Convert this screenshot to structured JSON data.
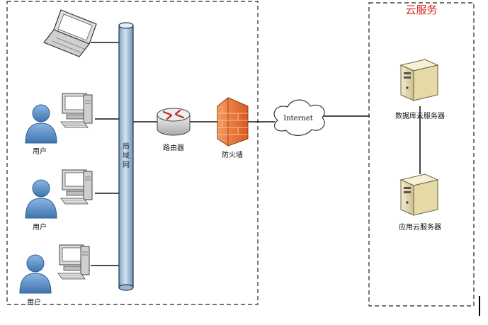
{
  "cloud_zone": {
    "title": "云服务"
  },
  "lan": {
    "label_chars": [
      "局",
      "域",
      "网"
    ]
  },
  "devices": {
    "router": {
      "label": "路由器"
    },
    "firewall": {
      "label": "防火墙"
    },
    "internet": {
      "label": "Internet"
    },
    "db_server": {
      "label": "数据库云服务器"
    },
    "app_server": {
      "label": "应用云服务器"
    }
  },
  "users": [
    {
      "label": "用户"
    },
    {
      "label": "用户"
    },
    {
      "label": "用户"
    }
  ],
  "colors": {
    "lan_bus": "#a9c4de",
    "firewall": "#e8743a",
    "user": "#5a8fc8",
    "server": "#e8dcb0",
    "cloud_title": "#e02020"
  }
}
